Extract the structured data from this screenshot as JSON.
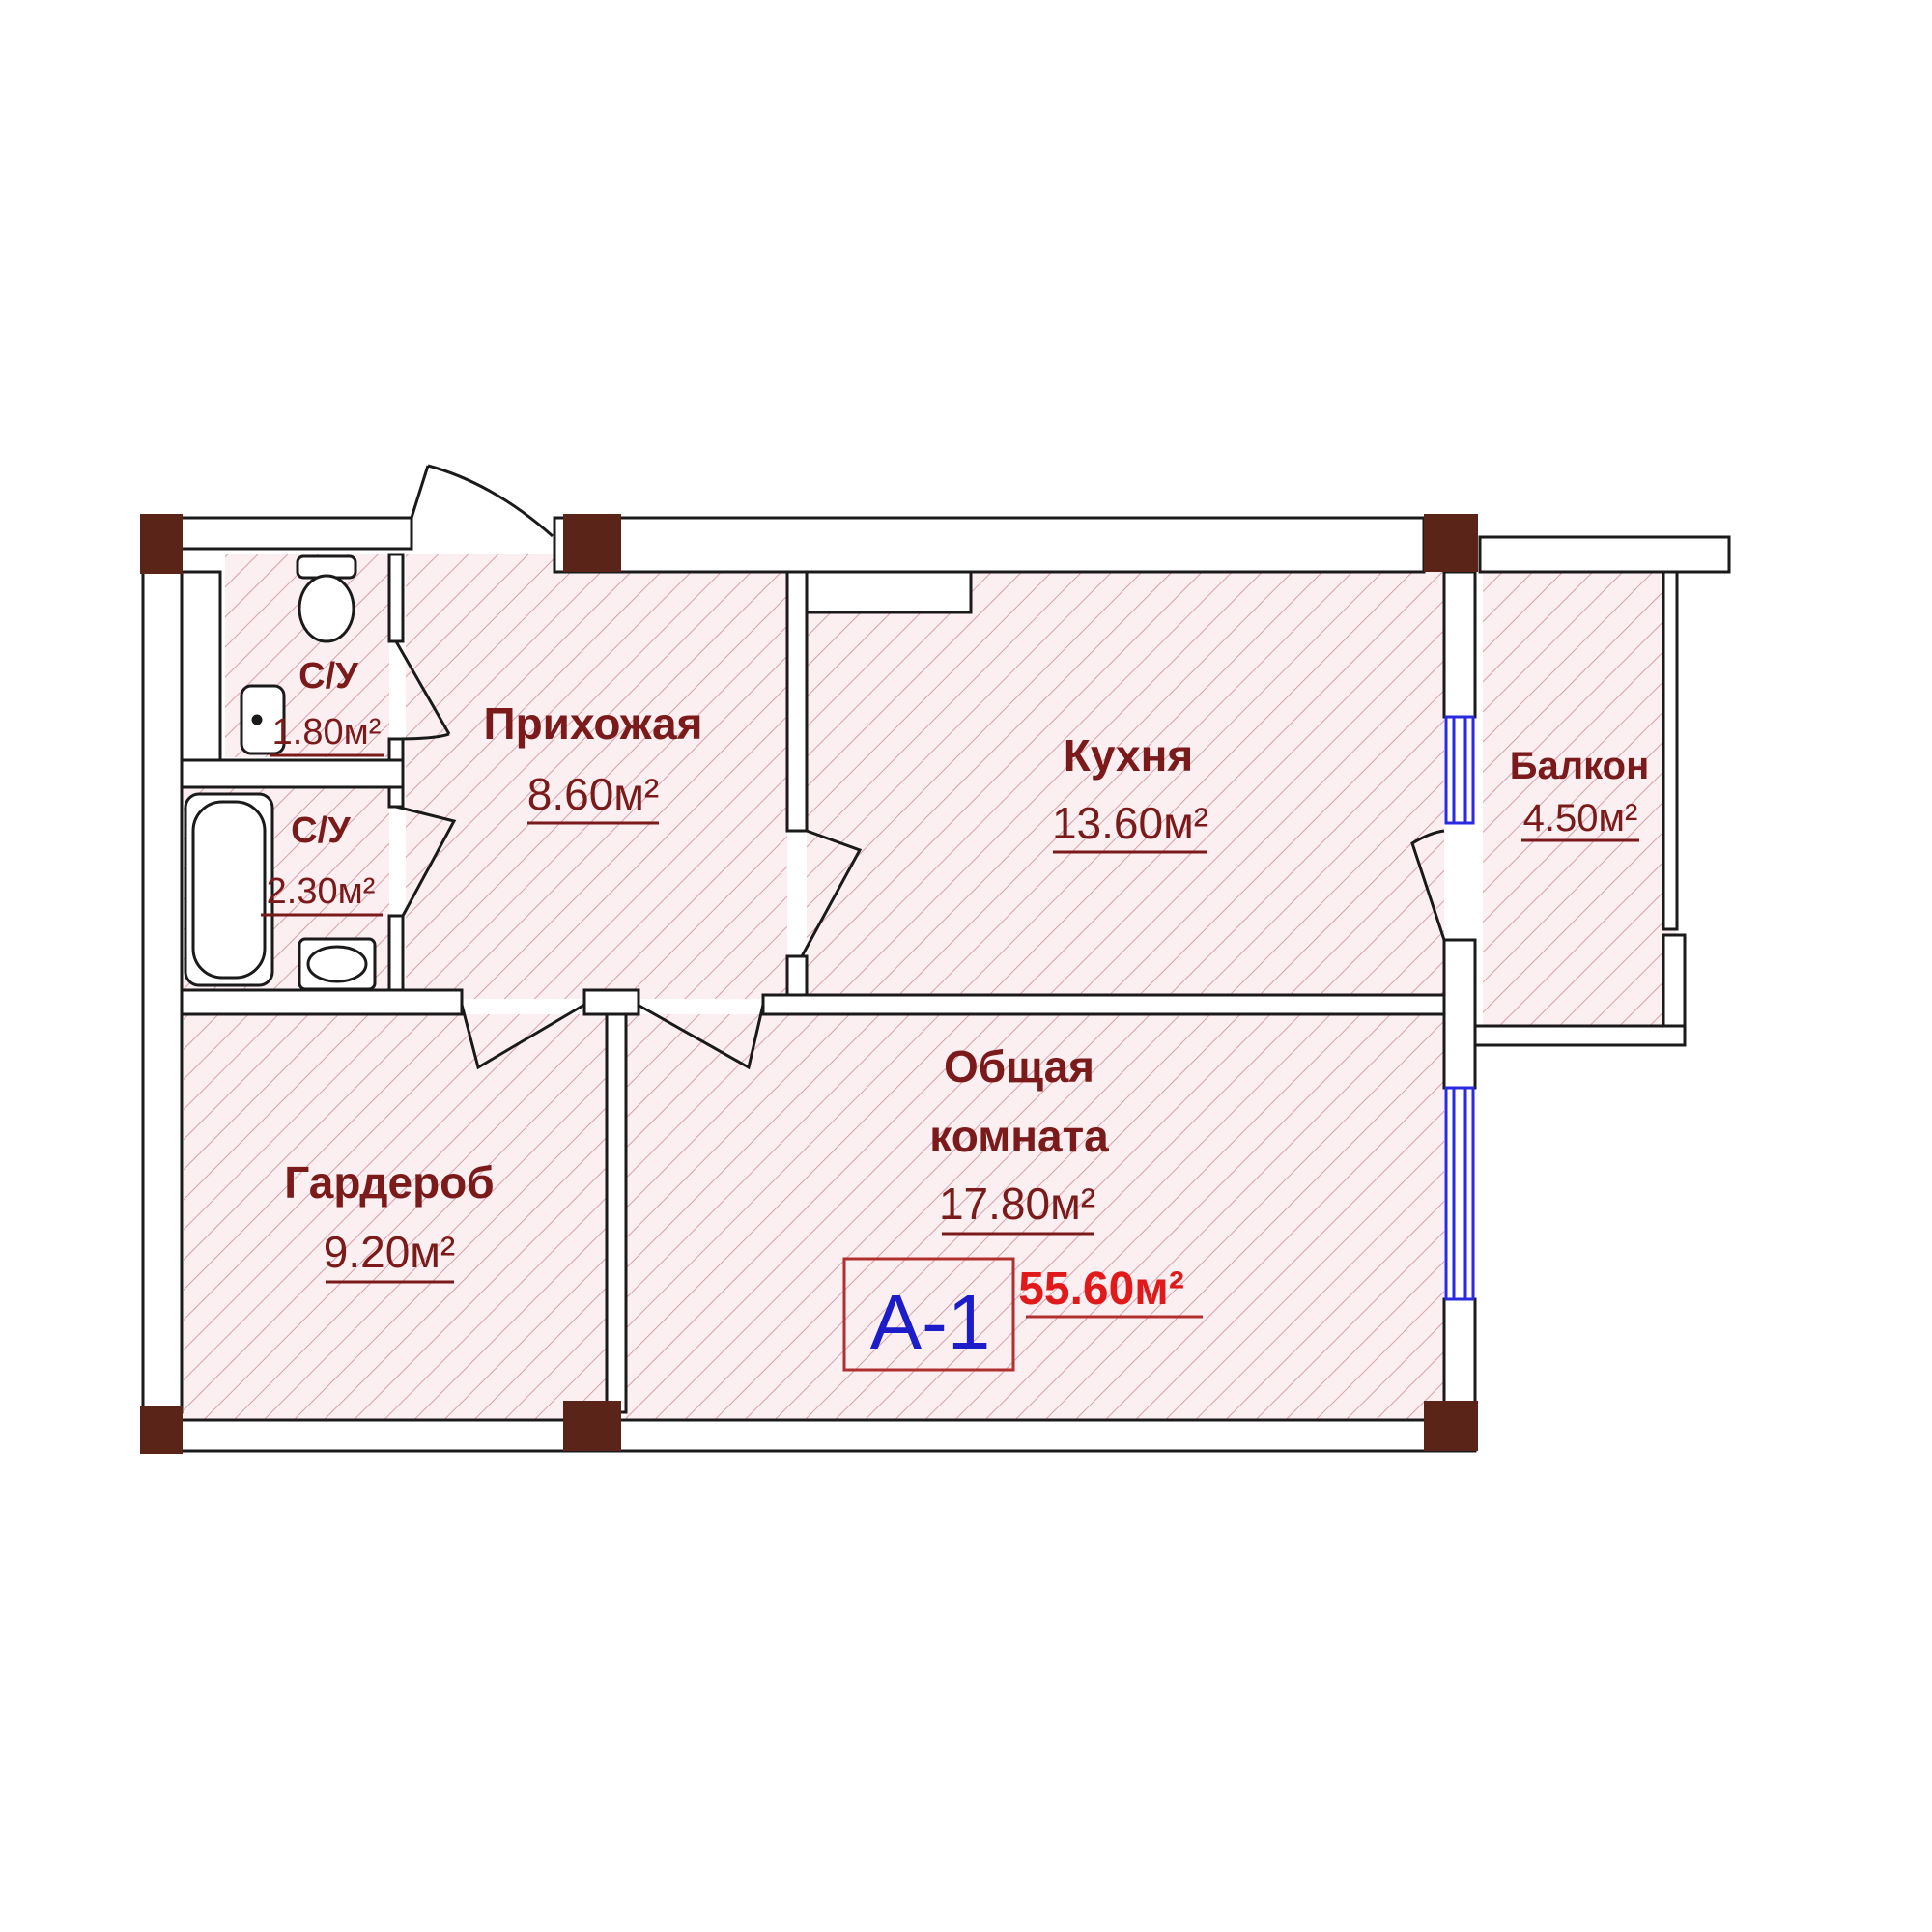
{
  "plan": {
    "unit_id": "А-1",
    "total_area": "55.60м²",
    "colors": {
      "wall_fill": "#ffffff",
      "wall_stroke": "#1a1a1a",
      "column": "#5a2418",
      "hatch": "#d8a0a8",
      "room_fill": "#fbeff1",
      "label_text": "#7a1a1a",
      "total_text": "#e01a1a",
      "unit_text": "#1c1cc8",
      "window": "#2a2ae0"
    },
    "rooms": {
      "wc1": {
        "name": "С/У",
        "area": "1.80м²"
      },
      "wc2": {
        "name": "С/У",
        "area": "2.30м²"
      },
      "hall": {
        "name": "Прихожая",
        "area": "8.60м²"
      },
      "kitchen": {
        "name": "Кухня",
        "area": "13.60м²"
      },
      "balcony": {
        "name": "Балкон",
        "area": "4.50м²"
      },
      "living": {
        "name_line1": "Общая",
        "name_line2": "комната",
        "area": "17.80м²"
      },
      "wardrobe": {
        "name": "Гардероб",
        "area": "9.20м²"
      }
    }
  }
}
